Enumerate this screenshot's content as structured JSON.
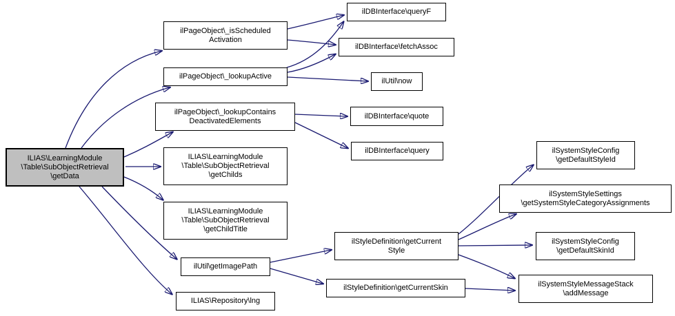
{
  "diagram": {
    "type": "call-graph",
    "arrow_color": "#191970",
    "node_fill": "#ffffff",
    "root_node_fill": "#bfbfbf",
    "border_color": "#000000",
    "nodes": [
      {
        "id": "getData",
        "label": "ILIAS\\LearningModule\n\\Table\\SubObjectRetrieval\n\\getData",
        "root": true
      },
      {
        "id": "isScheduledActivation",
        "label": "ilPageObject\\_isScheduled\nActivation"
      },
      {
        "id": "lookupActive",
        "label": "ilPageObject\\_lookupActive"
      },
      {
        "id": "lookupContainsDeactivatedElements",
        "label": "ilPageObject\\_lookupContains\nDeactivatedElements"
      },
      {
        "id": "getChilds",
        "label": "ILIAS\\LearningModule\n\\Table\\SubObjectRetrieval\n\\getChilds"
      },
      {
        "id": "getChildTitle",
        "label": "ILIAS\\LearningModule\n\\Table\\SubObjectRetrieval\n\\getChildTitle"
      },
      {
        "id": "getImagePath",
        "label": "ilUtil\\getImagePath"
      },
      {
        "id": "lng",
        "label": "ILIAS\\Repository\\lng"
      },
      {
        "id": "queryF",
        "label": "ilDBInterface\\queryF"
      },
      {
        "id": "fetchAssoc",
        "label": "ilDBInterface\\fetchAssoc"
      },
      {
        "id": "now",
        "label": "ilUtil\\now"
      },
      {
        "id": "quote",
        "label": "ilDBInterface\\quote"
      },
      {
        "id": "query",
        "label": "ilDBInterface\\query"
      },
      {
        "id": "getCurrentStyle",
        "label": "ilStyleDefinition\\getCurrent\nStyle"
      },
      {
        "id": "getCurrentSkin",
        "label": "ilStyleDefinition\\getCurrentSkin"
      },
      {
        "id": "getDefaultStyleId",
        "label": "ilSystemStyleConfig\n\\getDefaultStyleId"
      },
      {
        "id": "getSystemStyleCategoryAssignments",
        "label": "ilSystemStyleSettings\n\\getSystemStyleCategoryAssignments"
      },
      {
        "id": "getDefaultSkinId",
        "label": "ilSystemStyleConfig\n\\getDefaultSkinId"
      },
      {
        "id": "addMessage",
        "label": "ilSystemStyleMessageStack\n\\addMessage"
      }
    ],
    "edges": [
      {
        "from": "getData",
        "to": "isScheduledActivation"
      },
      {
        "from": "getData",
        "to": "lookupActive"
      },
      {
        "from": "getData",
        "to": "lookupContainsDeactivatedElements"
      },
      {
        "from": "getData",
        "to": "getChilds"
      },
      {
        "from": "getData",
        "to": "getChildTitle"
      },
      {
        "from": "getData",
        "to": "getImagePath"
      },
      {
        "from": "getData",
        "to": "lng"
      },
      {
        "from": "isScheduledActivation",
        "to": "queryF"
      },
      {
        "from": "isScheduledActivation",
        "to": "fetchAssoc"
      },
      {
        "from": "lookupActive",
        "to": "queryF"
      },
      {
        "from": "lookupActive",
        "to": "fetchAssoc"
      },
      {
        "from": "lookupActive",
        "to": "now"
      },
      {
        "from": "lookupContainsDeactivatedElements",
        "to": "quote"
      },
      {
        "from": "lookupContainsDeactivatedElements",
        "to": "query"
      },
      {
        "from": "getImagePath",
        "to": "getCurrentStyle"
      },
      {
        "from": "getImagePath",
        "to": "getCurrentSkin"
      },
      {
        "from": "getCurrentStyle",
        "to": "getDefaultStyleId"
      },
      {
        "from": "getCurrentStyle",
        "to": "getSystemStyleCategoryAssignments"
      },
      {
        "from": "getCurrentStyle",
        "to": "getDefaultSkinId"
      },
      {
        "from": "getCurrentStyle",
        "to": "addMessage"
      },
      {
        "from": "getCurrentSkin",
        "to": "addMessage"
      }
    ]
  }
}
